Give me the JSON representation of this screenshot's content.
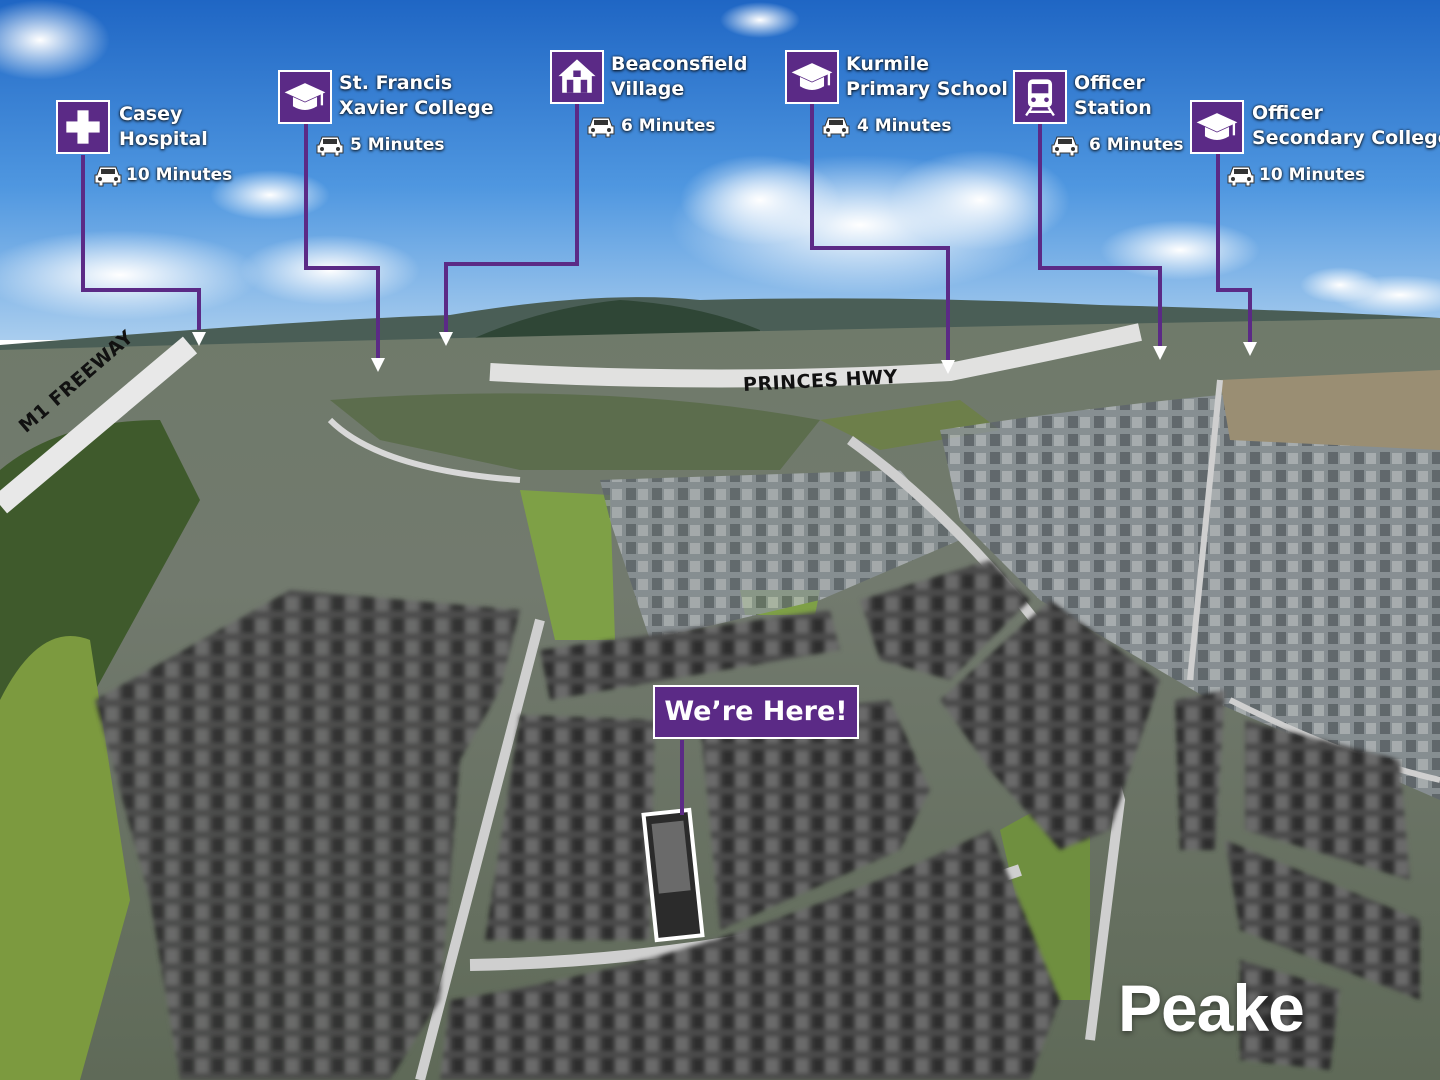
{
  "map": {
    "here_label": "We’re Here!",
    "brand": "Peake",
    "roads": [
      {
        "id": "m1",
        "label": "M1 FREEWAY"
      },
      {
        "id": "princes",
        "label": "PRINCES HWY"
      }
    ],
    "points_of_interest": [
      {
        "id": "casey-hospital",
        "name_lines": [
          "Casey",
          "Hospital"
        ],
        "drive_time": "10 Minutes",
        "icon": "hospital-cross-icon"
      },
      {
        "id": "st-francis",
        "name_lines": [
          "St. Francis",
          "Xavier College"
        ],
        "drive_time": "5 Minutes",
        "icon": "graduation-cap-icon"
      },
      {
        "id": "beaconsfield",
        "name_lines": [
          "Beaconsfield",
          "Village"
        ],
        "drive_time": "6 Minutes",
        "icon": "houses-icon"
      },
      {
        "id": "kurmile",
        "name_lines": [
          "Kurmile",
          "Primary School"
        ],
        "drive_time": "4 Minutes",
        "icon": "graduation-cap-icon"
      },
      {
        "id": "officer-station",
        "name_lines": [
          "Officer",
          "Station"
        ],
        "drive_time": "6 Minutes",
        "icon": "train-icon"
      },
      {
        "id": "officer-secondary",
        "name_lines": [
          "Officer",
          "Secondary College"
        ],
        "drive_time": "10 Minutes",
        "icon": "graduation-cap-icon"
      }
    ],
    "colors": {
      "accent": "#5b2a86",
      "sky": "#2f7fd6",
      "road": "#e9e9e9"
    }
  }
}
